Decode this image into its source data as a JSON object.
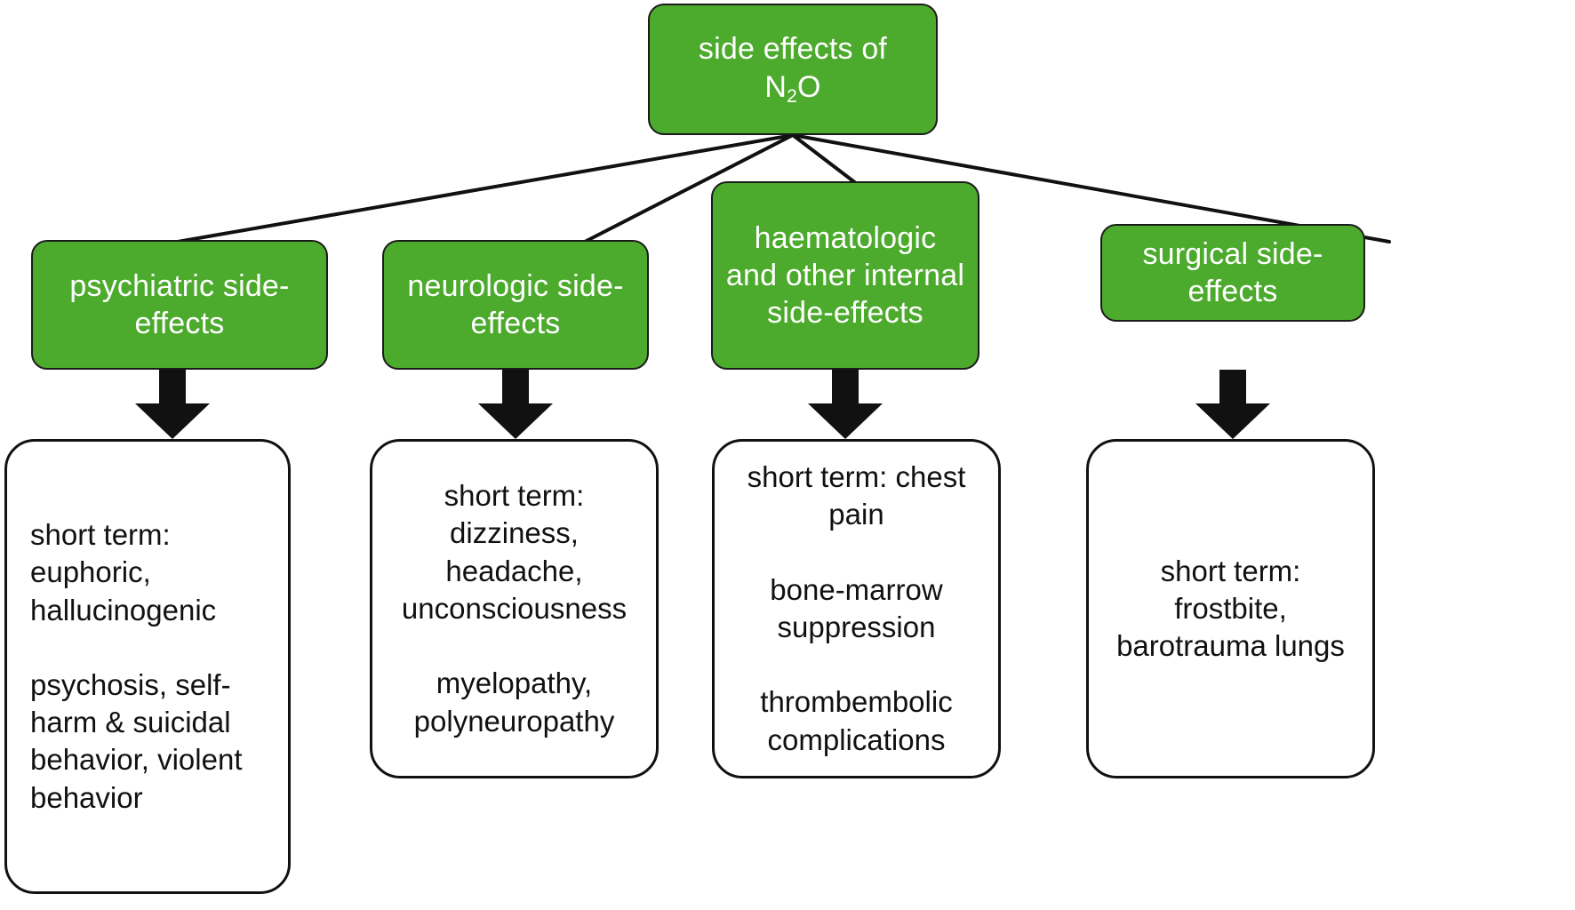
{
  "diagram": {
    "title_text": "side effects of N2O",
    "accent_green": "#4caa2c",
    "outline_black": "#111111",
    "root": {
      "line1": "side effects of",
      "line2_pre": "N",
      "line2_sub": "2",
      "line2_post": "O"
    },
    "categories": [
      {
        "id": "psychiatric",
        "label": "psychiatric side-effects",
        "arrow_icon": "down-arrow-icon",
        "detail": "short term:\neuphoric,\nhallucinogenic\n\npsychosis, self-\nharm & suicidal\nbehavior, violent\nbehavior",
        "detail_align": "left"
      },
      {
        "id": "neurologic",
        "label": "neurologic side-effects",
        "arrow_icon": "down-arrow-icon",
        "detail": "short term:\ndizziness,\nheadache,\nunconsciousness\n\nmyelopathy,\npolyneuropathy",
        "detail_align": "center"
      },
      {
        "id": "haematologic",
        "label": "haematologic and other internal side-effects",
        "arrow_icon": "down-arrow-icon",
        "detail": "short term: chest\npain\n\nbone-marrow\nsuppression\n\nthrombembolic\ncomplications",
        "detail_align": "center"
      },
      {
        "id": "surgical",
        "label": "surgical  side-effects",
        "arrow_icon": "down-arrow-icon",
        "detail": "short term:\nfrostbite,\nbarotrauma lungs",
        "detail_align": "center"
      }
    ]
  }
}
